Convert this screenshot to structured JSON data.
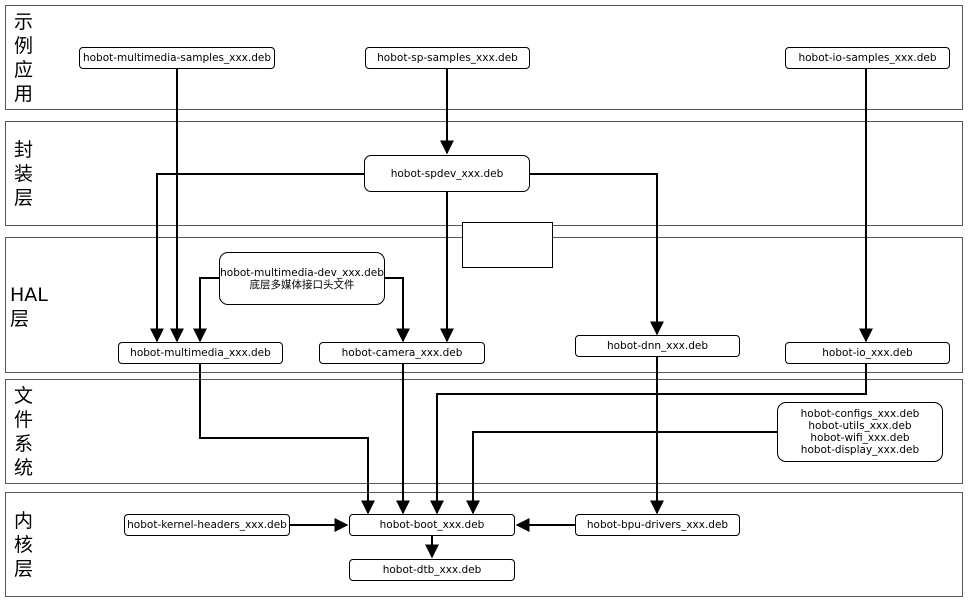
{
  "layers": [
    {
      "id": "samples",
      "label": "示\n例\n应\n用"
    },
    {
      "id": "wrapper",
      "label": "封\n装\n层"
    },
    {
      "id": "hal",
      "label": "HAL\n层"
    },
    {
      "id": "filesystem",
      "label": "文\n件\n系\n统"
    },
    {
      "id": "kernel",
      "label": "内\n核\n层"
    }
  ],
  "packages": {
    "multimedia_samples": "hobot-multimedia-samples_xxx.deb",
    "sp_samples": "hobot-sp-samples_xxx.deb",
    "io_samples": "hobot-io-samples_xxx.deb",
    "spdev": "hobot-spdev_xxx.deb",
    "multimedia_dev": [
      "hobot-multimedia-dev_xxx.deb",
      "底层多媒体接口头文件"
    ],
    "multimedia": "hobot-multimedia_xxx.deb",
    "camera": "hobot-camera_xxx.deb",
    "dnn": "hobot-dnn_xxx.deb",
    "io": "hobot-io_xxx.deb",
    "system_bundle": [
      "hobot-configs_xxx.deb",
      "hobot-utils_xxx.deb",
      "hobot-wifi_xxx.deb",
      "hobot-display_xxx.deb"
    ],
    "kernel_headers": "hobot-kernel-headers_xxx.deb",
    "boot": "hobot-boot_xxx.deb",
    "bpu_drivers": "hobot-bpu-drivers_xxx.deb",
    "dtb": "hobot-dtb_xxx.deb"
  },
  "dependencies": [
    {
      "from": "multimedia_samples",
      "to": "multimedia"
    },
    {
      "from": "sp_samples",
      "to": "spdev"
    },
    {
      "from": "io_samples",
      "to": "io"
    },
    {
      "from": "spdev",
      "to": "multimedia"
    },
    {
      "from": "spdev",
      "to": "camera"
    },
    {
      "from": "spdev",
      "to": "dnn"
    },
    {
      "from": "multimedia_dev",
      "to": "multimedia"
    },
    {
      "from": "multimedia_dev",
      "to": "camera"
    },
    {
      "from": "multimedia",
      "to": "boot"
    },
    {
      "from": "camera",
      "to": "boot"
    },
    {
      "from": "io",
      "to": "boot"
    },
    {
      "from": "system_bundle",
      "to": "boot"
    },
    {
      "from": "dnn",
      "to": "bpu_drivers"
    },
    {
      "from": "kernel_headers",
      "to": "boot"
    },
    {
      "from": "bpu_drivers",
      "to": "boot"
    },
    {
      "from": "boot",
      "to": "dtb"
    }
  ]
}
